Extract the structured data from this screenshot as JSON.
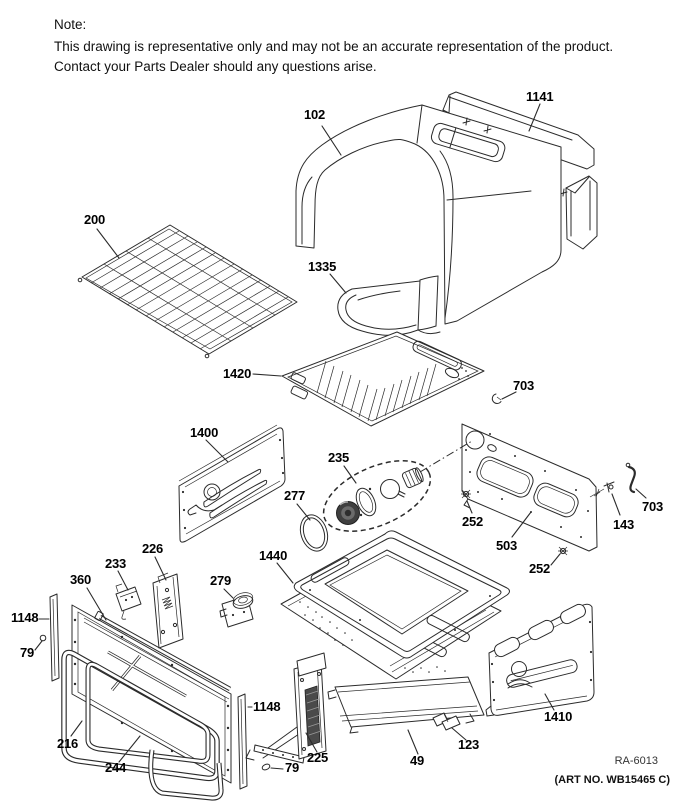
{
  "note": {
    "title": "Note:",
    "line1": "This drawing is representative only and may not be an accurate representation of the product.",
    "line2": "Contact your Parts Dealer should any questions arise."
  },
  "footer": {
    "drawing_code": "RA-6013",
    "art_number": "(ART NO. WB15465 C)"
  },
  "diagram": {
    "type": "exploded-parts-diagram",
    "line_color": "#2b2b2b",
    "background_color": "#ffffff",
    "callouts": [
      {
        "number": "102"
      },
      {
        "number": "1141"
      },
      {
        "number": "200"
      },
      {
        "number": "1335"
      },
      {
        "number": "1420"
      },
      {
        "number": "703"
      },
      {
        "number": "1400"
      },
      {
        "number": "235"
      },
      {
        "number": "277"
      },
      {
        "number": "252"
      },
      {
        "number": "503"
      },
      {
        "number": "143"
      },
      {
        "number": "703"
      },
      {
        "number": "252"
      },
      {
        "number": "226"
      },
      {
        "number": "233"
      },
      {
        "number": "360"
      },
      {
        "number": "279"
      },
      {
        "number": "1440"
      },
      {
        "number": "1148"
      },
      {
        "number": "79"
      },
      {
        "number": "216"
      },
      {
        "number": "244"
      },
      {
        "number": "1148"
      },
      {
        "number": "225"
      },
      {
        "number": "79"
      },
      {
        "number": "49"
      },
      {
        "number": "123"
      },
      {
        "number": "1410"
      }
    ]
  }
}
